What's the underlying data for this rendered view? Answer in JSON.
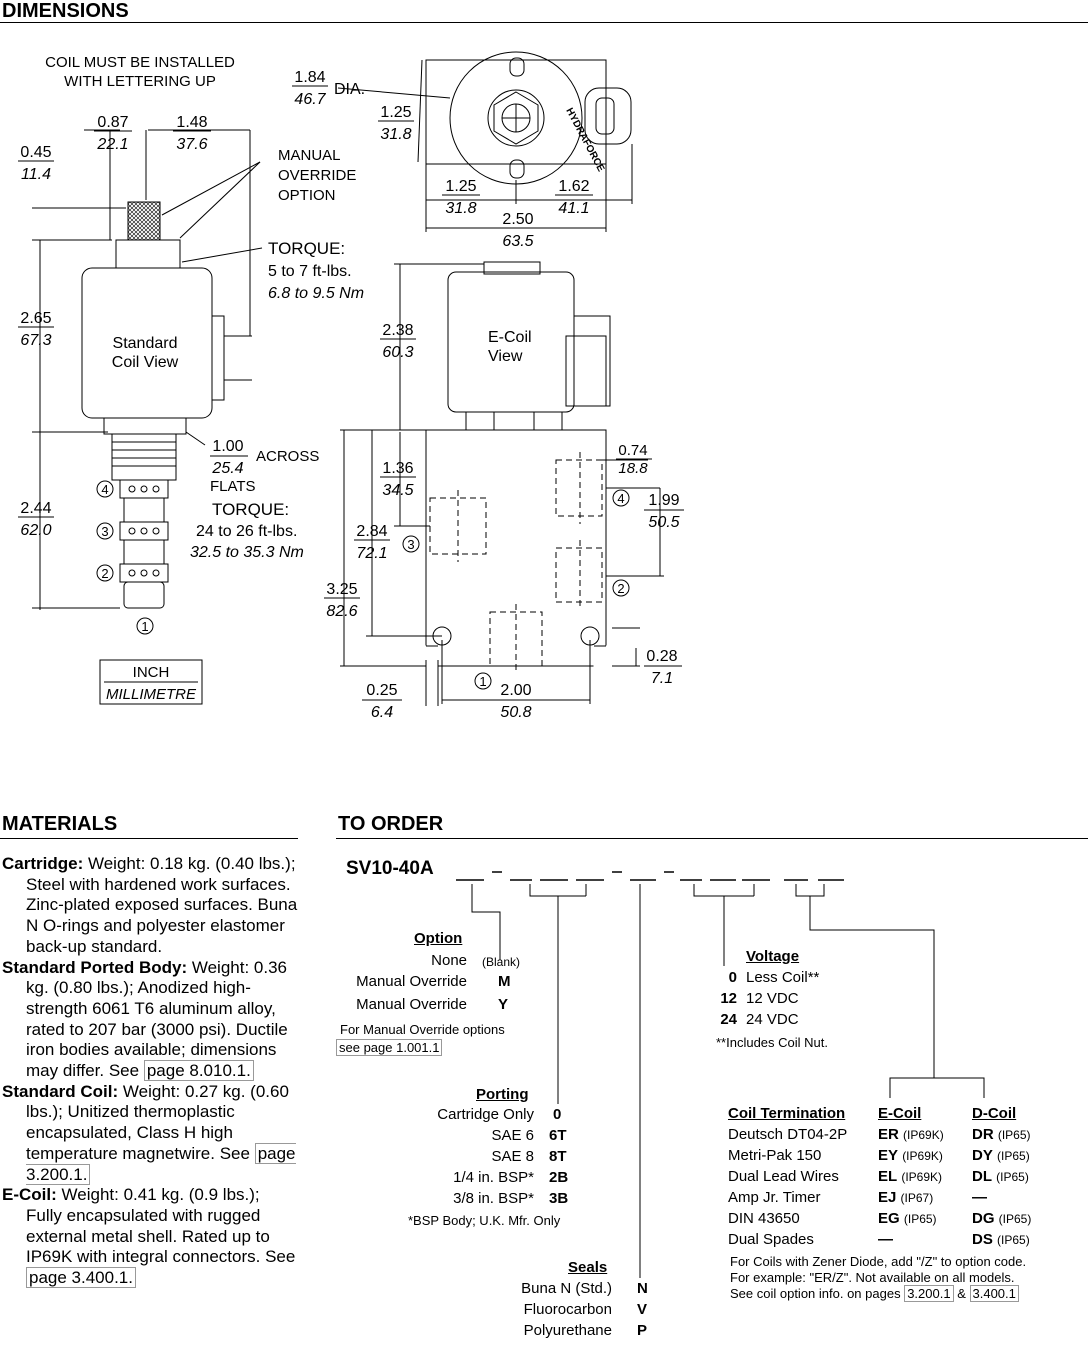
{
  "dimensions": {
    "title": "DIMENSIONS",
    "coil_note": [
      "COIL MUST BE INSTALLED",
      "WITH LETTERING UP"
    ],
    "manual_override": [
      "MANUAL",
      "OVERRIDE",
      "OPTION"
    ],
    "torque_coil": {
      "label": "TORQUE:",
      "imperial": "5 to 7 ft-lbs.",
      "metric": "6.8 to 9.5 Nm"
    },
    "torque_cartridge": {
      "label": "TORQUE:",
      "imperial": "24 to 26 ft-lbs.",
      "metric": "32.5 to 35.3 Nm"
    },
    "across_flats": {
      "inch": "1.00",
      "mm": "25.4",
      "l1": "ACROSS",
      "l2": "FLATS"
    },
    "standard_coil_view": [
      "Standard",
      "Coil View"
    ],
    "ecoil_view": [
      "E-Coil",
      "View"
    ],
    "units_box": {
      "inch": "INCH",
      "mm": "MILLIMETRE"
    },
    "brand_text": "HYDRAFORCE",
    "dia_suffix": "DIA.",
    "dims": [
      {
        "inch": "0.87",
        "mm": "22.1"
      },
      {
        "inch": "1.48",
        "mm": "37.6"
      },
      {
        "inch": "0.45",
        "mm": "11.4"
      },
      {
        "inch": "2.65",
        "mm": "67.3"
      },
      {
        "inch": "2.44",
        "mm": "62.0"
      },
      {
        "inch": "1.84",
        "mm": "46.7"
      },
      {
        "inch": "1.25",
        "mm": "31.8"
      },
      {
        "inch": "1.25",
        "mm": "31.8"
      },
      {
        "inch": "1.62",
        "mm": "41.1"
      },
      {
        "inch": "2.50",
        "mm": "63.5"
      },
      {
        "inch": "2.38",
        "mm": "60.3"
      },
      {
        "inch": "1.36",
        "mm": "34.5"
      },
      {
        "inch": "2.84",
        "mm": "72.1"
      },
      {
        "inch": "3.25",
        "mm": "82.6"
      },
      {
        "inch": "0.74",
        "mm": "18.8"
      },
      {
        "inch": "1.99",
        "mm": "50.5"
      },
      {
        "inch": "0.28",
        "mm": "7.1"
      },
      {
        "inch": "0.25",
        "mm": "6.4"
      },
      {
        "inch": "2.00",
        "mm": "50.8"
      }
    ],
    "ports": [
      "1",
      "2",
      "3",
      "4"
    ]
  },
  "materials": {
    "title": "MATERIALS",
    "cartridge": {
      "label": "Cartridge:",
      "text": "Weight: 0.18 kg. (0.40 lbs.); Steel with hardened work surfaces. Zinc-plated exposed surfaces. Buna N O-rings and polyester elastomer back-up standard."
    },
    "body": {
      "label": "Standard Ported Body:",
      "text": "Weight: 0.36 kg. (0.80 lbs.); Anodized high-strength 6061 T6 aluminum alloy, rated to 207 bar (3000 psi). Ductile iron bodies available; dimensions may differ. See",
      "link": "page 8.010.1."
    },
    "coil": {
      "label": "Standard Coil:",
      "text": "Weight: 0.27 kg. (0.60 lbs.); Unitized thermoplastic encapsulated, Class H high temperature magnetwire. See",
      "link": "page 3.200.1."
    },
    "ecoil": {
      "label": "E-Coil:",
      "text": "Weight: 0.41 kg. (0.9 lbs.); Fully encapsulated with rugged external metal shell. Rated up to IP69K with integral connectors. See",
      "link": "page 3.400.1."
    }
  },
  "order": {
    "title": "TO ORDER",
    "model": "SV10-40A",
    "option": {
      "heading": "Option",
      "rows": [
        {
          "name": "None",
          "code": "(Blank)"
        },
        {
          "name": "Manual Override",
          "code": "M"
        },
        {
          "name": "Manual Override",
          "code": "Y"
        }
      ],
      "note": "For Manual Override options",
      "link": "see page 1.001.1"
    },
    "porting": {
      "heading": "Porting",
      "rows": [
        {
          "name": "Cartridge Only",
          "code": "0"
        },
        {
          "name": "SAE 6",
          "code": "6T"
        },
        {
          "name": "SAE 8",
          "code": "8T"
        },
        {
          "name": "1/4 in. BSP*",
          "code": "2B"
        },
        {
          "name": "3/8 in. BSP*",
          "code": "3B"
        }
      ],
      "note": "*BSP Body; U.K. Mfr. Only"
    },
    "seals": {
      "heading": "Seals",
      "rows": [
        {
          "name": "Buna N (Std.)",
          "code": "N"
        },
        {
          "name": "Fluorocarbon",
          "code": "V"
        },
        {
          "name": "Polyurethane",
          "code": "P"
        }
      ]
    },
    "voltage": {
      "heading": "Voltage",
      "rows": [
        {
          "code": "0",
          "name": "Less Coil**"
        },
        {
          "code": "12",
          "name": "12 VDC"
        },
        {
          "code": "24",
          "name": "24 VDC"
        }
      ],
      "note": "**Includes Coil Nut."
    },
    "coil_termination": {
      "headings": [
        "Coil Termination",
        "E-Coil",
        "D-Coil"
      ],
      "rows": [
        {
          "name": "Deutsch DT04-2P",
          "e": "ER",
          "e_ip": "(IP69K)",
          "d": "DR",
          "d_ip": "(IP65)"
        },
        {
          "name": "Metri-Pak 150",
          "e": "EY",
          "e_ip": "(IP69K)",
          "d": "DY",
          "d_ip": "(IP65)"
        },
        {
          "name": "Dual Lead Wires",
          "e": "EL",
          "e_ip": "(IP69K)",
          "d": "DL",
          "d_ip": "(IP65)"
        },
        {
          "name": "Amp Jr. Timer",
          "e": "EJ",
          "e_ip": "(IP67)",
          "d": "—",
          "d_ip": ""
        },
        {
          "name": "DIN 43650",
          "e": "EG",
          "e_ip": "(IP65)",
          "d": "DG",
          "d_ip": "(IP65)"
        },
        {
          "name": "Dual Spades",
          "e": "—",
          "e_ip": "",
          "d": "DS",
          "d_ip": "(IP65)"
        }
      ],
      "note1": "For Coils with Zener Diode, add \"/Z\" to option code.",
      "note2": "For example: \"ER/Z\". Not available on all models.",
      "note3": "See coil option info. on pages",
      "link1": "3.200.1",
      "amp": "&",
      "link2": "3.400.1"
    }
  }
}
